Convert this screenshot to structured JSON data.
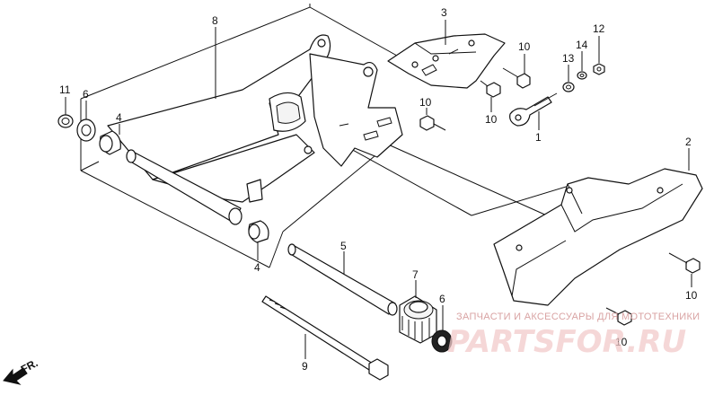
{
  "callouts": {
    "c1": "1",
    "c2": "2",
    "c3": "3",
    "c4a": "4",
    "c4b": "4",
    "c5": "5",
    "c6a": "6",
    "c6b": "6",
    "c7": "7",
    "c8": "8",
    "c9": "9",
    "c10a": "10",
    "c10b": "10",
    "c10c": "10",
    "c10d": "10",
    "c10e": "10",
    "c11": "11",
    "c12": "12",
    "c13": "13",
    "c14": "14"
  },
  "direction": {
    "label": "FR."
  },
  "watermark": {
    "caption": "ЗАПЧАСТИ И АКСЕССУАРЫ ДЛЯ МОТОТЕХНИКИ",
    "brand": "PARTSFOR.RU"
  }
}
